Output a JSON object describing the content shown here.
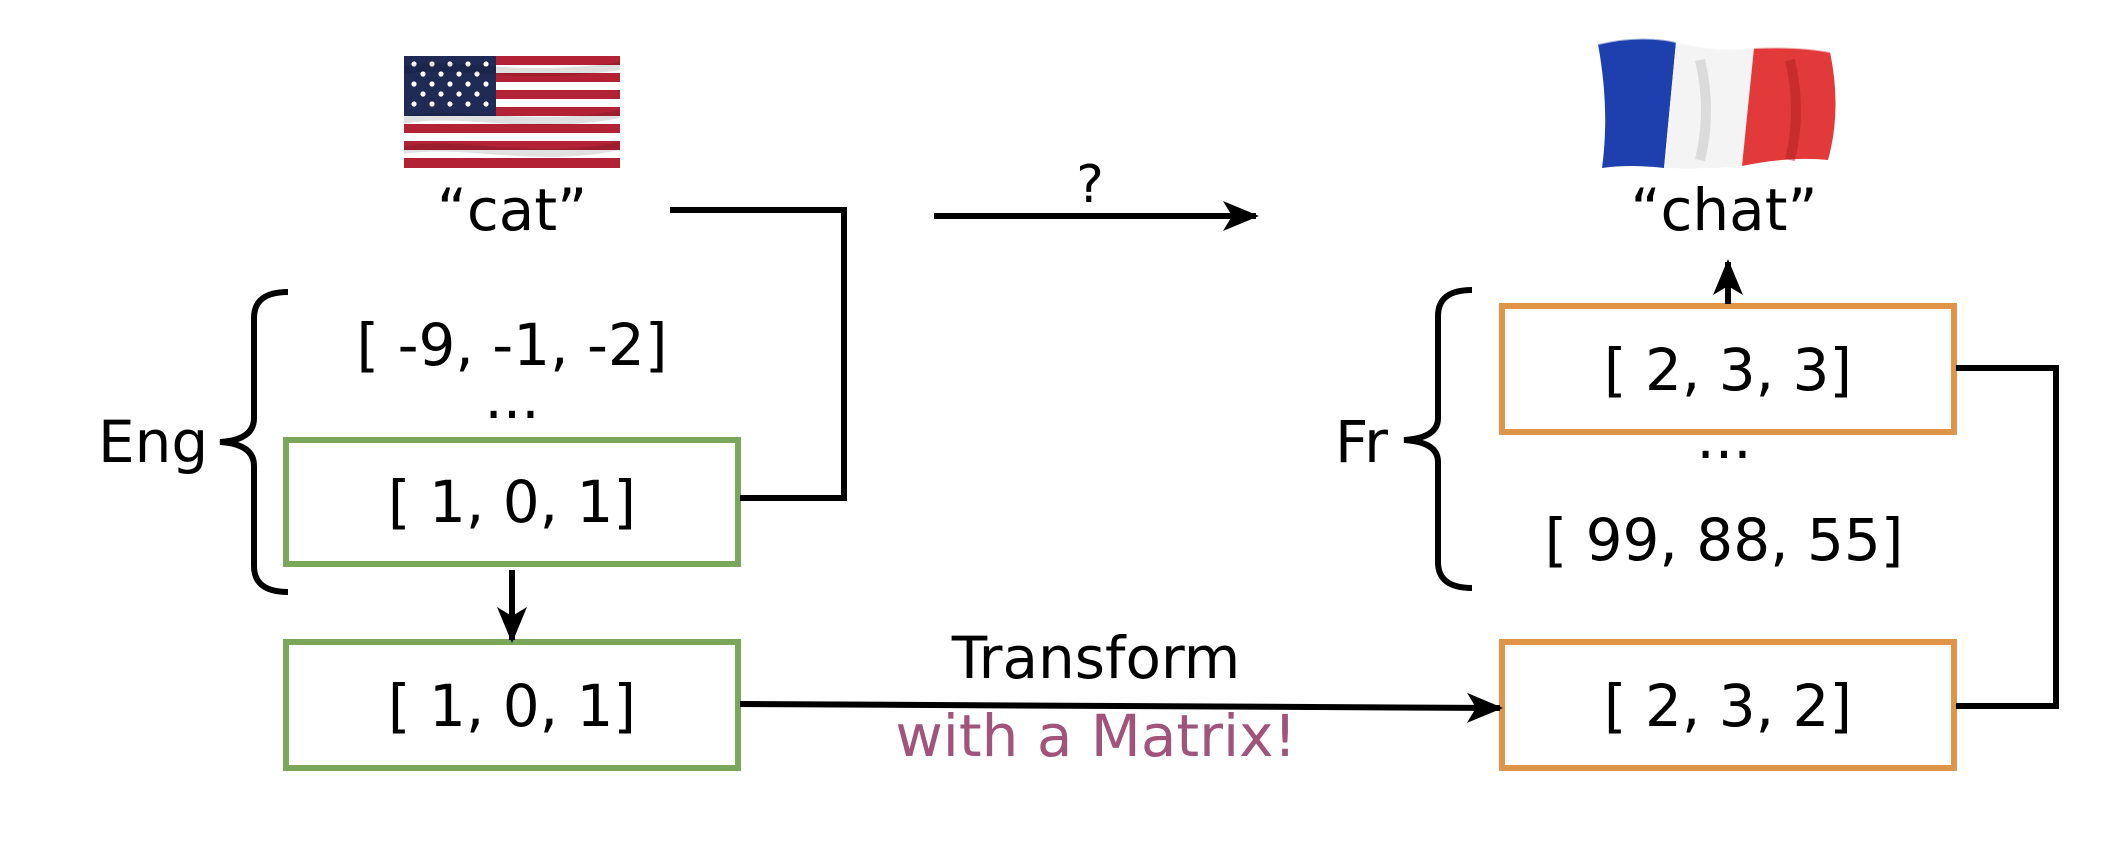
{
  "colors": {
    "english_box_stroke": "#7aa75a",
    "french_box_stroke": "#df9547",
    "highlight_text": "#a0547a",
    "line": "#000000"
  },
  "icons": {
    "source_flag": "us-flag-icon",
    "target_flag": "france-flag-icon"
  },
  "source": {
    "word": "“cat”",
    "group_label": "Eng",
    "vectors": {
      "top": "[ -9, -1, -2]",
      "ellipsis": "...",
      "selected": "[ 1, 0, 1]"
    },
    "copied_vector": "[ 1, 0, 1]"
  },
  "target": {
    "word": "“chat”",
    "group_label": "Fr",
    "vectors": {
      "nearest": "[ 2, 3, 3]",
      "ellipsis": "...",
      "bottom": "[ 99, 88, 55]"
    },
    "transformed_vector": "[ 2, 3, 2]"
  },
  "question_arrow_label": "?",
  "transform": {
    "label": "Transform",
    "sublabel": "with a Matrix!"
  }
}
